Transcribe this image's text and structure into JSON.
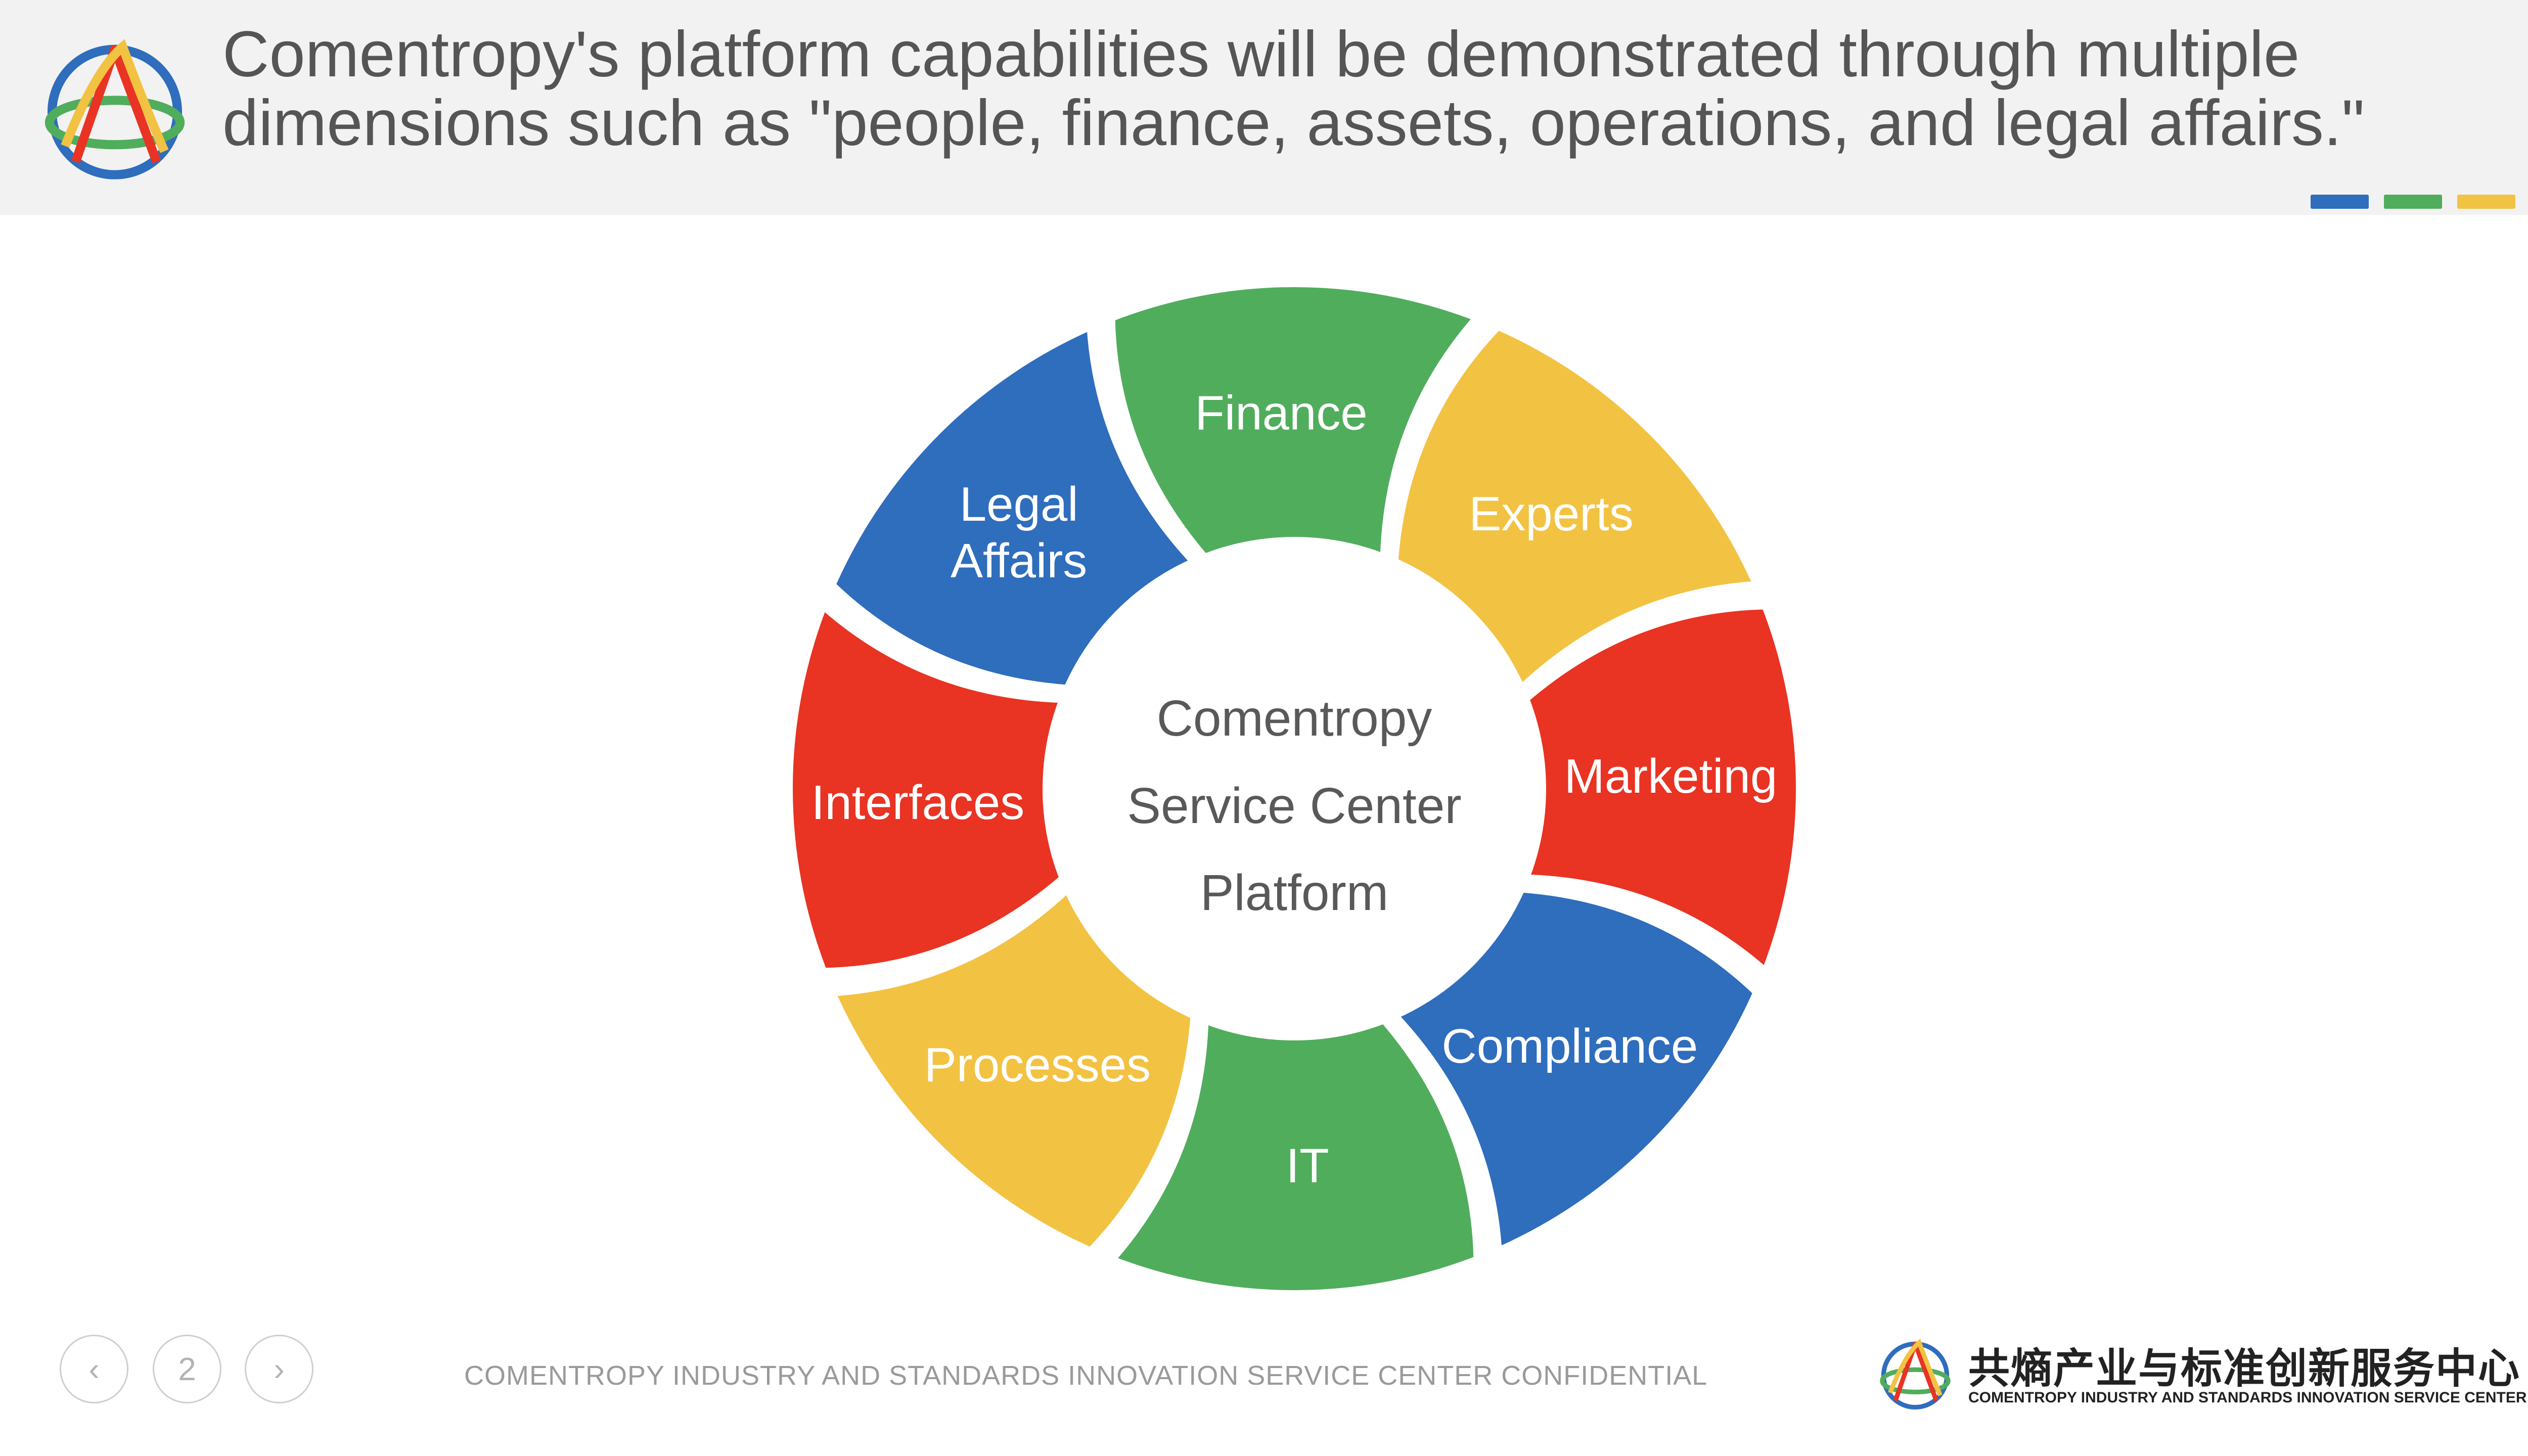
{
  "header": {
    "title_line1": "Comentropy's platform capabilities will be demonstrated through multiple",
    "title_line2": "dimensions such as \"people, finance, assets, operations, and legal affairs.\""
  },
  "brand_colors": {
    "blue": "#2f6dbd",
    "green": "#50ad5c",
    "yellow": "#f2c242",
    "red": "#e93323"
  },
  "cycle": {
    "center": [
      "Comentropy",
      "Service Center",
      "Platform"
    ],
    "segments": [
      {
        "label": [
          "Finance"
        ],
        "color": "#50ad5c"
      },
      {
        "label": [
          "Experts"
        ],
        "color": "#f2c242"
      },
      {
        "label": [
          "Marketing"
        ],
        "color": "#e93323"
      },
      {
        "label": [
          "Compliance"
        ],
        "color": "#2f6dbd"
      },
      {
        "label": [
          "IT"
        ],
        "color": "#50ad5c"
      },
      {
        "label": [
          "Processes"
        ],
        "color": "#f2c242"
      },
      {
        "label": [
          "Interfaces"
        ],
        "color": "#e93323"
      },
      {
        "label": [
          "Legal",
          "Affairs"
        ],
        "color": "#2f6dbd"
      }
    ]
  },
  "footer": {
    "prev_icon": "chevron-left-icon",
    "page_number": "2",
    "next_icon": "chevron-right-icon",
    "confidential": "COMENTROPY INDUSTRY AND STANDARDS INNOVATION SERVICE CENTER CONFIDENTIAL",
    "org_name_cn": "共熵产业与标准创新服务中心",
    "org_name_en": "COMENTROPY INDUSTRY AND STANDARDS INNOVATION SERVICE CENTER"
  }
}
